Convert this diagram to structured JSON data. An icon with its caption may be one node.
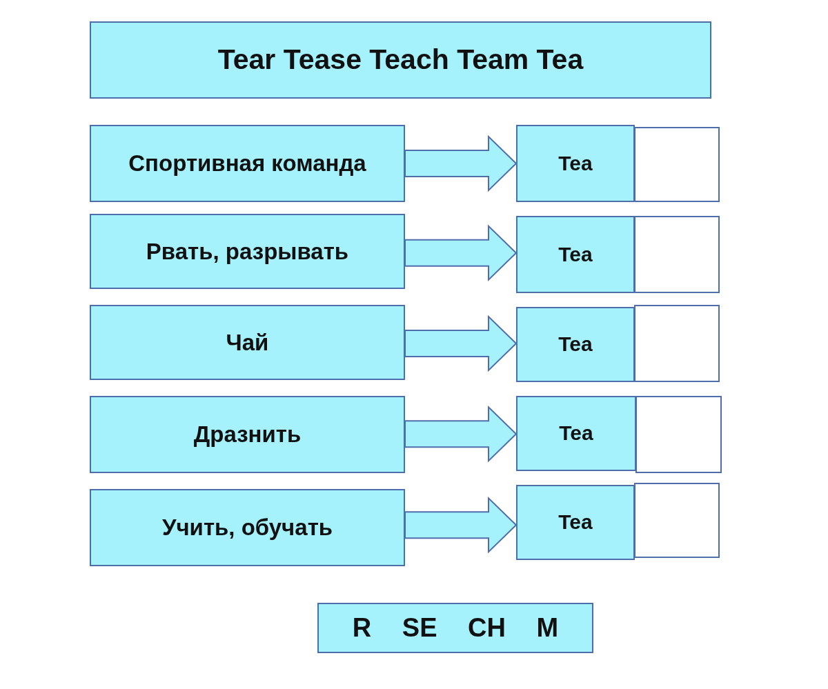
{
  "diagram": {
    "nodes": [
      {
        "text": [
          "Tear Tease Teach Team Tea"
        ]
      },
      {
        "text": [
          "Спортивная команда"
        ]
      },
      {
        "text": [
          "Tea"
        ]
      },
      {
        "text": [],
        "shape": "box"
      },
      {
        "text": [
          "Рвать, разрывать"
        ]
      },
      {
        "text": [
          "Tea"
        ]
      },
      {
        "text": [],
        "shape": "box"
      },
      {
        "text": [
          "Чай"
        ]
      },
      {
        "text": [
          "Tea"
        ]
      },
      {
        "text": [],
        "shape": "box"
      },
      {
        "text": [
          "Дразнить"
        ]
      },
      {
        "text": [
          "Tea"
        ]
      },
      {
        "text": [],
        "shape": "box"
      },
      {
        "text": [
          "Учить, обучать"
        ]
      },
      {
        "text": [
          "Tea"
        ]
      },
      {
        "text": [],
        "shape": "box"
      },
      {
        "text": [
          "R SE CH M"
        ]
      }
    ],
    "edges": [
      {
        "from": 1,
        "to": 2,
        "arrow": "to"
      },
      {
        "from": 4,
        "to": 5,
        "arrow": "to"
      },
      {
        "from": 7,
        "to": 8,
        "arrow": "to"
      },
      {
        "from": 10,
        "to": 11,
        "arrow": "to"
      },
      {
        "from": 13,
        "to": 14,
        "arrow": "to"
      }
    ]
  }
}
